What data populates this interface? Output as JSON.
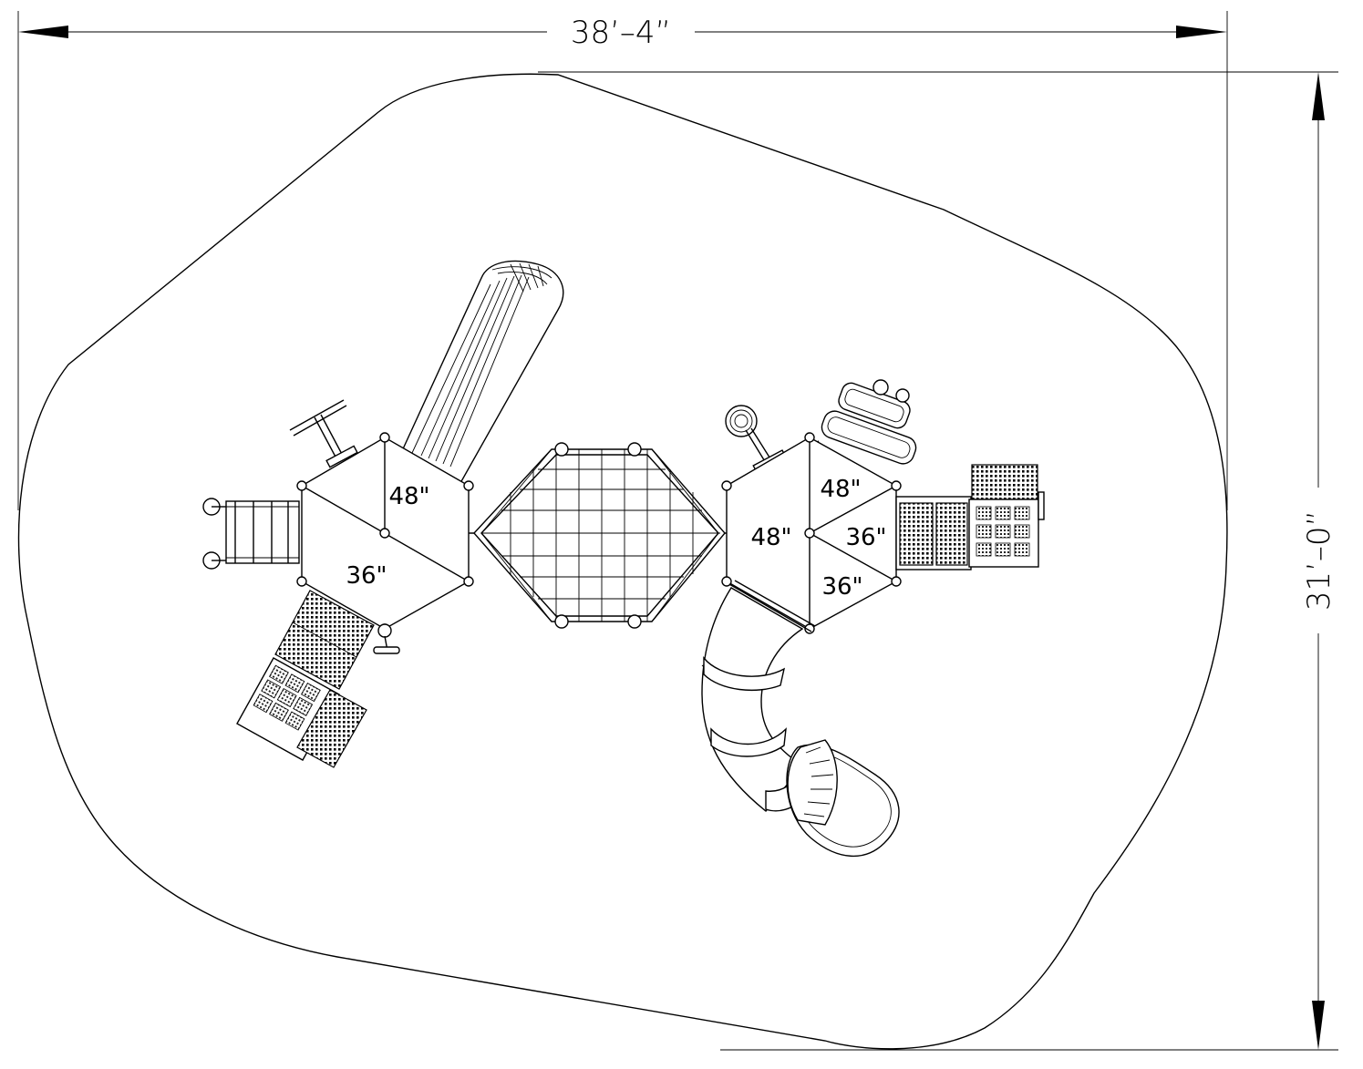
{
  "dimensions": {
    "width_label": "38’–4”",
    "depth_label": "31’–0”"
  },
  "decks": {
    "left_upper": "48\"",
    "left_lower": "36\"",
    "right_main": "48\"",
    "right_top": "48\"",
    "right_mid": "36\"",
    "right_bottom": "36\""
  }
}
